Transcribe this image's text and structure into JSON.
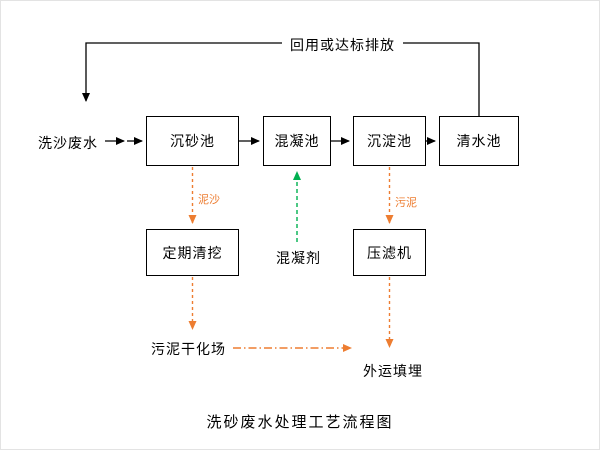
{
  "colors": {
    "line": "#000000",
    "sludge_flow": "#ED7D31",
    "chemical_flow": "#00B050"
  },
  "diagram": {
    "title": "洗砂废水处理工艺流程图",
    "input_label": "洗沙废水",
    "feedback_label": "回用或达标排放",
    "boxes": {
      "grit": "沉砂池",
      "coagulation": "混凝池",
      "sedimentation": "沉淀池",
      "clear_water": "清水池",
      "dredging": "定期清挖",
      "filter_press": "压滤机"
    },
    "labels": {
      "sediment": "泥沙",
      "sludge": "污泥",
      "coagulant": "混凝剂",
      "drying_field": "污泥干化场",
      "landfill": "外运填埋"
    }
  }
}
